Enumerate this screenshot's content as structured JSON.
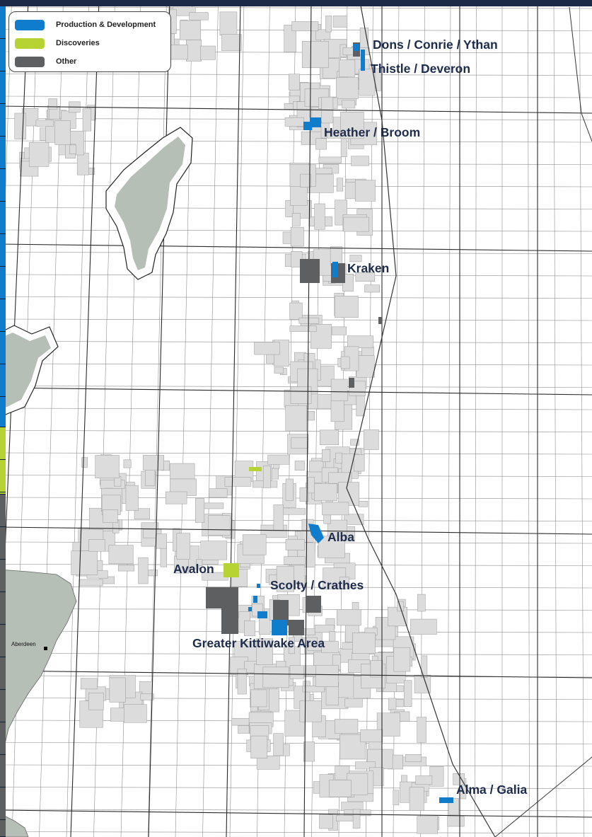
{
  "colors": {
    "production_development": "#0f7dcc",
    "discoveries": "#b6d333",
    "other": "#5e5f61",
    "licence_grey": "#dcdcdc",
    "land": "#b6bfb6",
    "label_navy": "#1d2b4c",
    "frame": "#1c2a48"
  },
  "legend": {
    "items": [
      {
        "label": "Production & Development",
        "color": "#0f7dcc"
      },
      {
        "label": "Discoveries",
        "color": "#b6d333"
      },
      {
        "label": "Other",
        "color": "#5e5f61"
      }
    ]
  },
  "labels": {
    "dons": "Dons / Conrie / Ythan",
    "thistle": "Thistle / Deveron",
    "heather": "Heather / Broom",
    "kraken": "Kraken",
    "alba": "Alba",
    "avalon": "Avalon",
    "scolty": "Scolty / Crathes",
    "kittiwake": "Greater Kittiwake Area",
    "alma": "Alma / Galia",
    "aberdeen": "Aberdeen"
  },
  "icons": {
    "city_marker": "black-square-icon"
  }
}
